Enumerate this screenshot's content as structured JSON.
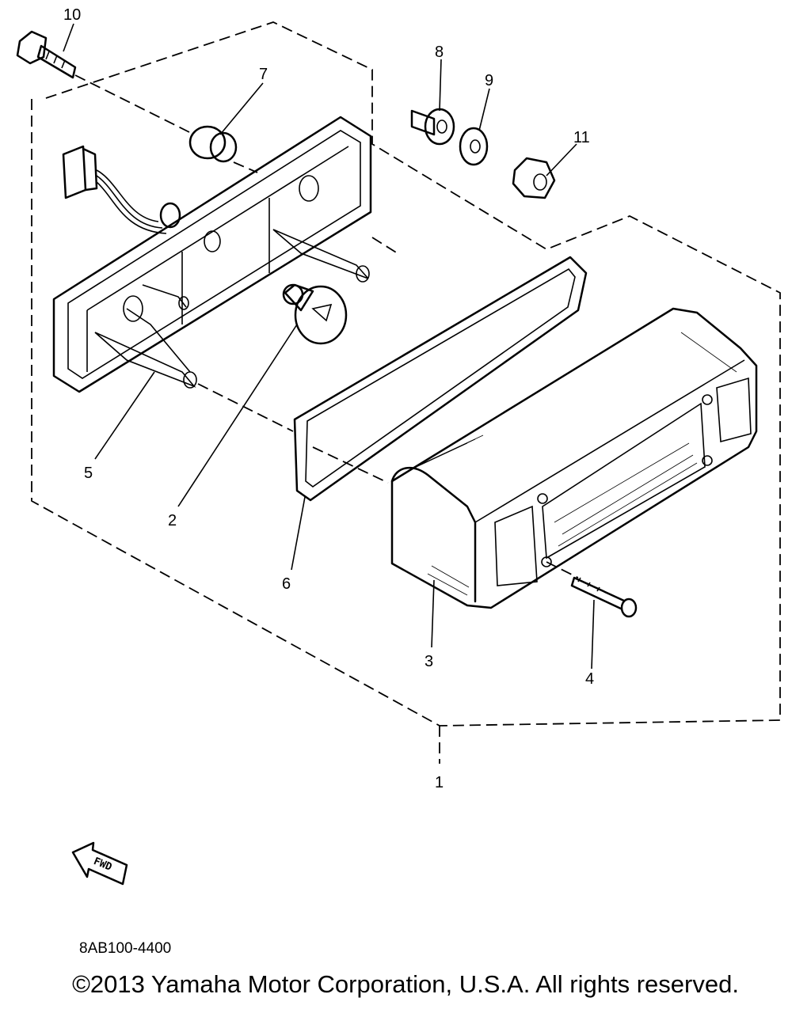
{
  "callouts": [
    {
      "id": "1",
      "label": "1"
    },
    {
      "id": "2",
      "label": "2"
    },
    {
      "id": "3",
      "label": "3"
    },
    {
      "id": "4",
      "label": "4"
    },
    {
      "id": "5",
      "label": "5"
    },
    {
      "id": "6",
      "label": "6"
    },
    {
      "id": "7",
      "label": "7"
    },
    {
      "id": "8",
      "label": "8"
    },
    {
      "id": "9",
      "label": "9"
    },
    {
      "id": "10",
      "label": "10"
    },
    {
      "id": "11",
      "label": "11"
    }
  ],
  "fwd_label": "FWD",
  "diagram_code": "8AB100-4400",
  "copyright": "©2013 Yamaha Motor Corporation, U.S.A. All rights reserved."
}
